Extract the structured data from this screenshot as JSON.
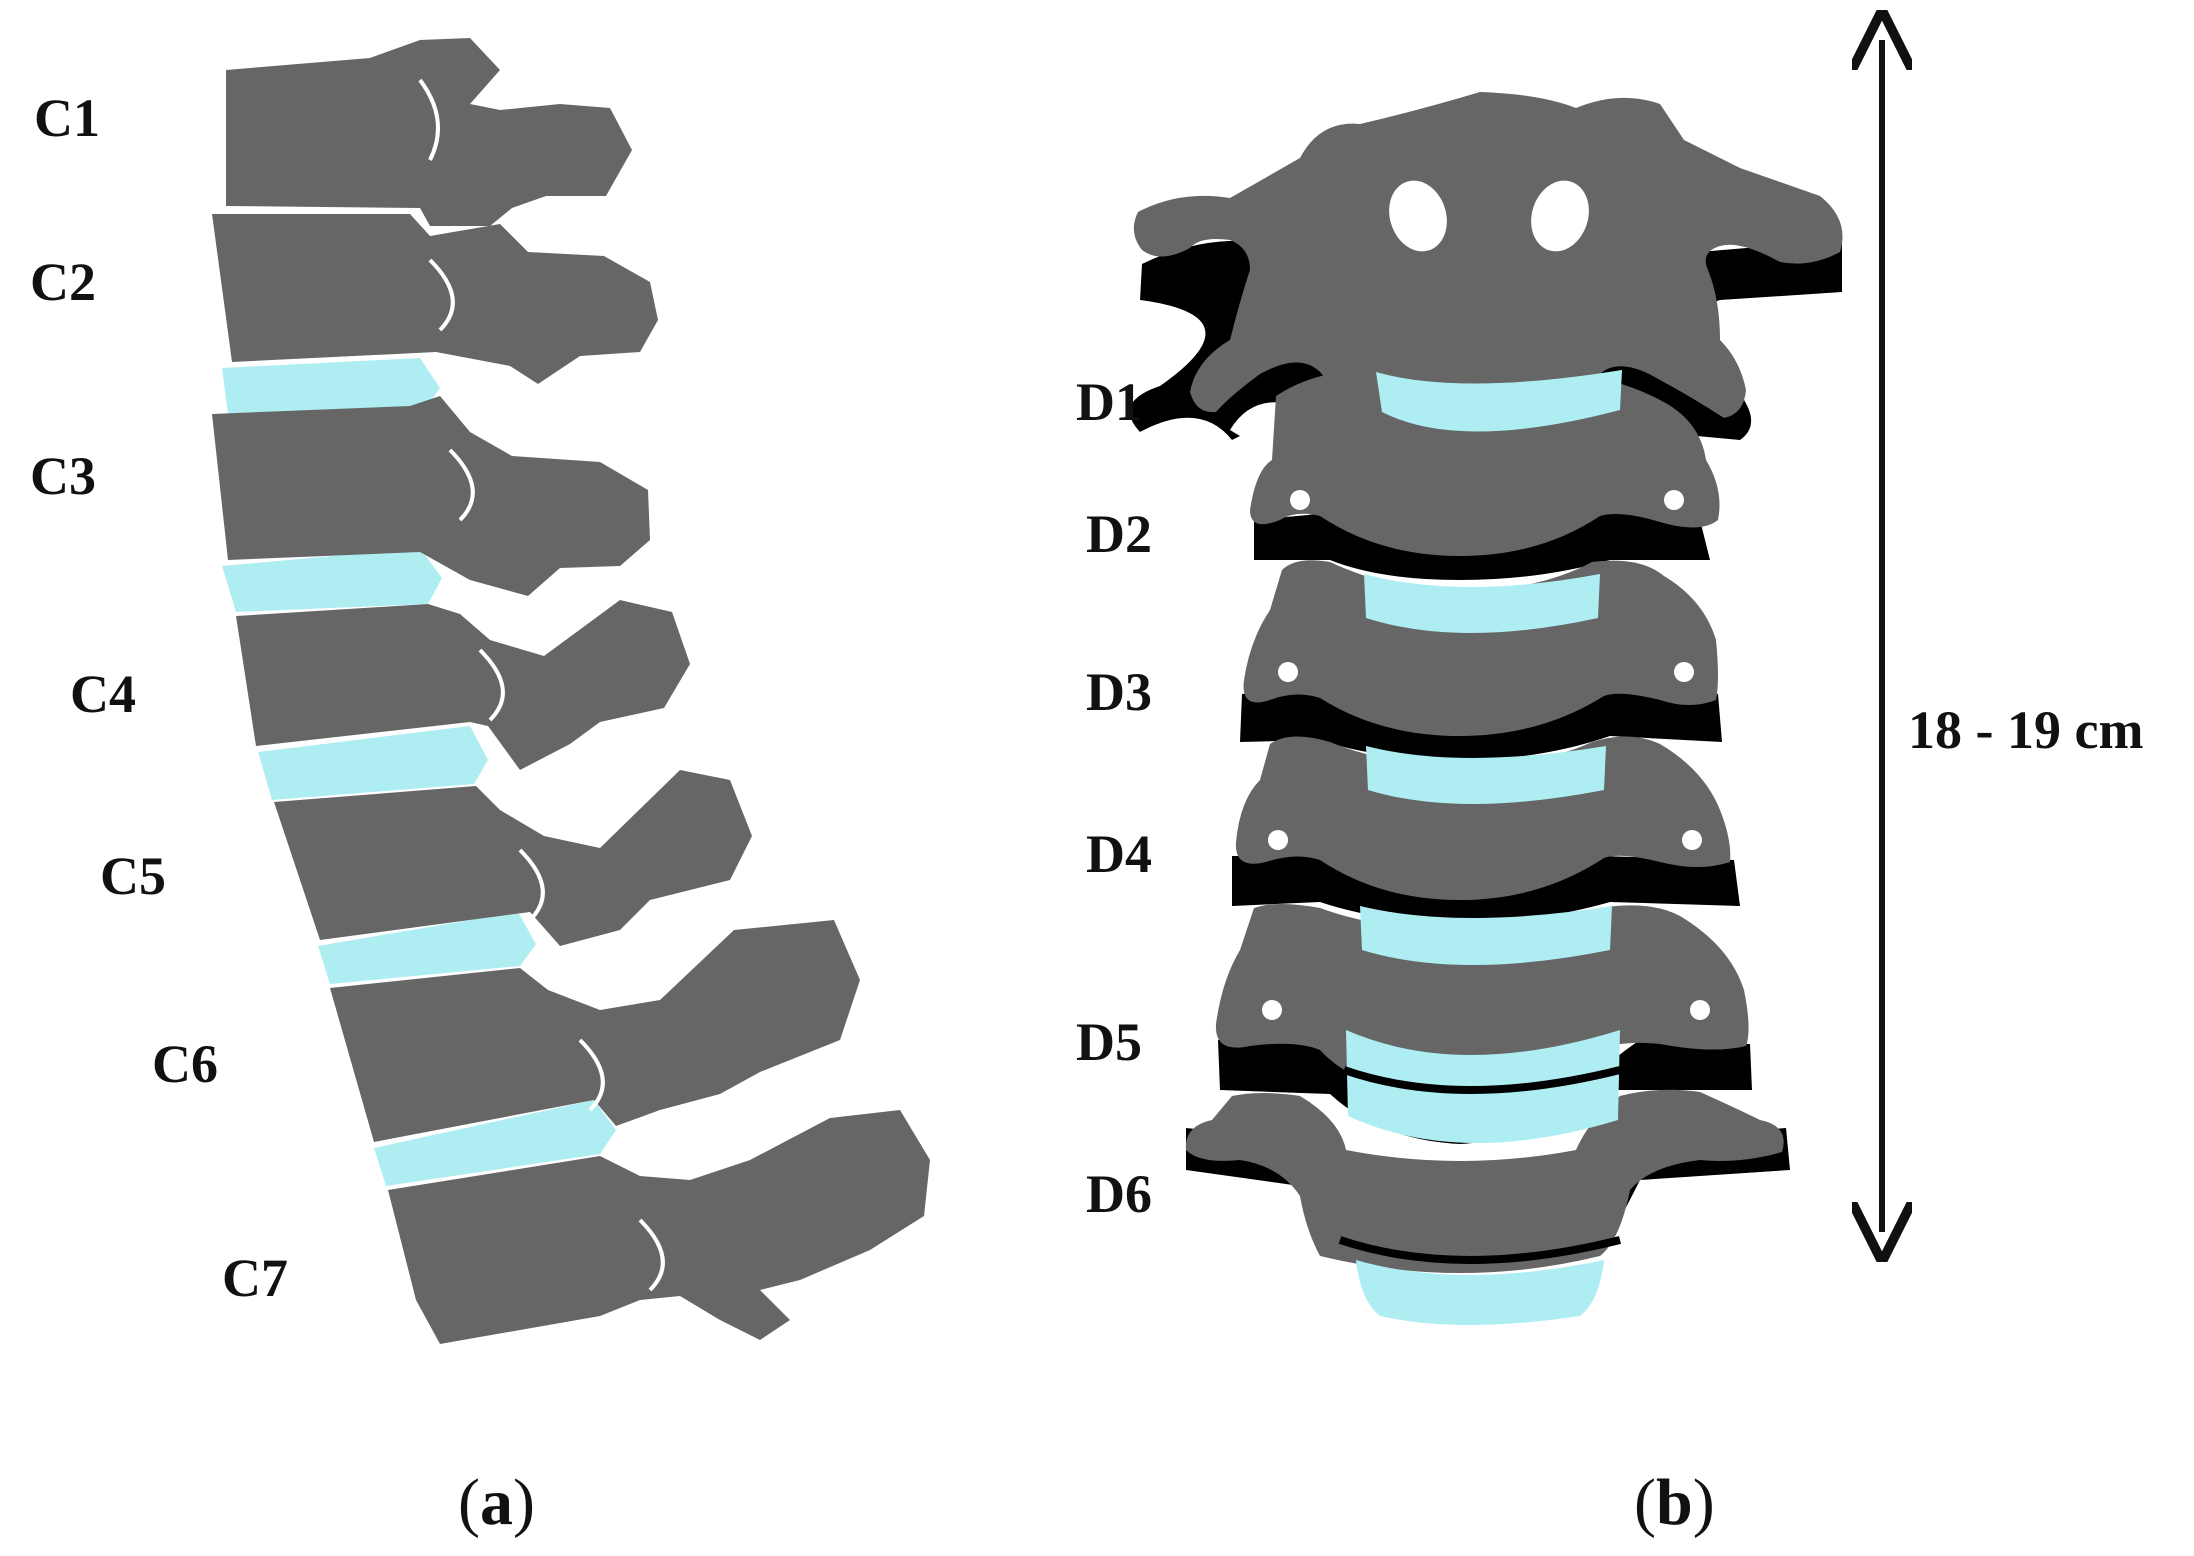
{
  "colors": {
    "bone": "#666666",
    "disc": "#aeeef3",
    "outline": "#000000",
    "background": "#ffffff"
  },
  "panel_a": {
    "caption_open": "(",
    "caption_letter": "a",
    "caption_close": ")",
    "labels": [
      "C1",
      "C2",
      "C3",
      "C4",
      "C5",
      "C6",
      "C7"
    ]
  },
  "panel_b": {
    "caption_open": "(",
    "caption_letter": "b",
    "caption_close": ")",
    "labels": [
      "D1",
      "D2",
      "D3",
      "D4",
      "D5",
      "D6"
    ],
    "dimension_label": "18 - 19 cm"
  }
}
